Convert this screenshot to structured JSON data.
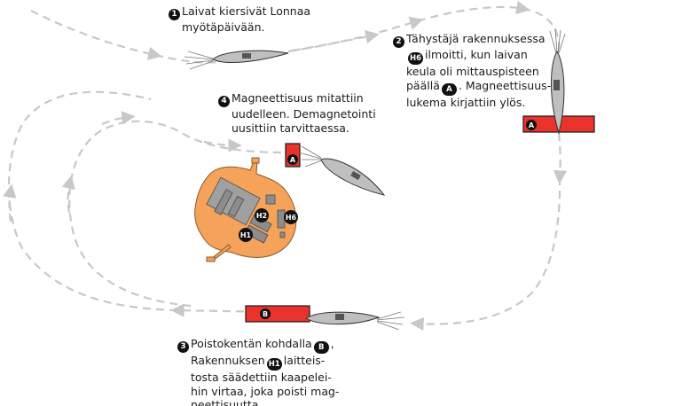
{
  "steps": [
    {
      "number": "1",
      "lines": [
        "Laivat kiersivät Lonnaa",
        "myötäpäivään."
      ]
    },
    {
      "number": "2",
      "lines": [
        "Tähystäjä rakennuksessa",
        "ilmoitti, kun laivan",
        "keula oli mittauspisteen",
        "päällä",
        ". Magneettisuus-",
        "lukema kirjattiin ylös."
      ]
    },
    {
      "number": "3",
      "lines": [
        "Poistokentän kohdalla",
        ",",
        "Rakennuksen",
        "laitteis-",
        "tosta säädettiin kaapelei-",
        "hin virtaa, joka poisti mag-",
        "neettisuutta."
      ]
    },
    {
      "number": "4",
      "lines": [
        "Magneettisuus mitattiin",
        "uudelleen. Demagnetointi",
        "uusittiin tarvittaessa."
      ]
    }
  ],
  "markers": {
    "A": "A",
    "B": "B",
    "H1": "H1",
    "H2": "H2",
    "H6": "H6"
  },
  "colors": {
    "island": "#F5A25A",
    "field": "#E8322B",
    "path": "#C8C8C8",
    "ship": "#BFBFBF",
    "building": "#8C8C8C",
    "badge": "#111111"
  }
}
